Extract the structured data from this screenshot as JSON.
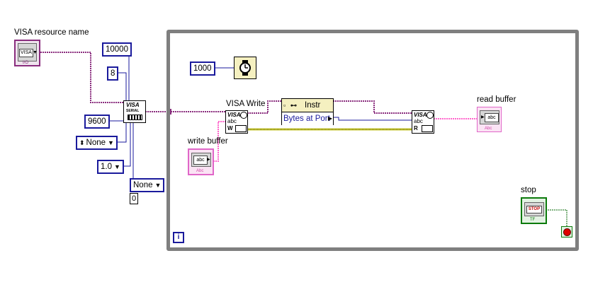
{
  "labels": {
    "visa_resource": "VISA resource name",
    "visa_write": "VISA Write",
    "write_buffer": "write buffer",
    "read_buffer": "read buffer",
    "stop": "stop"
  },
  "constants": {
    "timeout": "10000",
    "data_bits": "8",
    "baud_rate": "9600",
    "parity": "None",
    "stop_bits": "1.0",
    "flow_control": "None",
    "flow_index": "0",
    "wait_ms": "1000"
  },
  "controls": {
    "visa_tag": "VISA",
    "visa_io": "I/O",
    "abc": "abc",
    "abc_small": "Abc",
    "stop_btn": "STOP",
    "tf": "TF"
  },
  "subvis": {
    "serial_header": "VISA",
    "serial_sub": "SERIAL",
    "write_header": "VISA",
    "write_mode": "W",
    "read_header": "VISA",
    "read_mode": "R"
  },
  "property_node": {
    "class": "Instr",
    "property": "Bytes at Port"
  },
  "loop": {
    "iteration_terminal": "i"
  },
  "colors": {
    "refnum_wire": "#8a2d7e",
    "string_wire": "#ff66cc",
    "numeric_wire": "#1a1a9c",
    "error_wire": "#cccc33",
    "boolean_wire": "#006600",
    "loop_border": "#7f7f7f"
  }
}
